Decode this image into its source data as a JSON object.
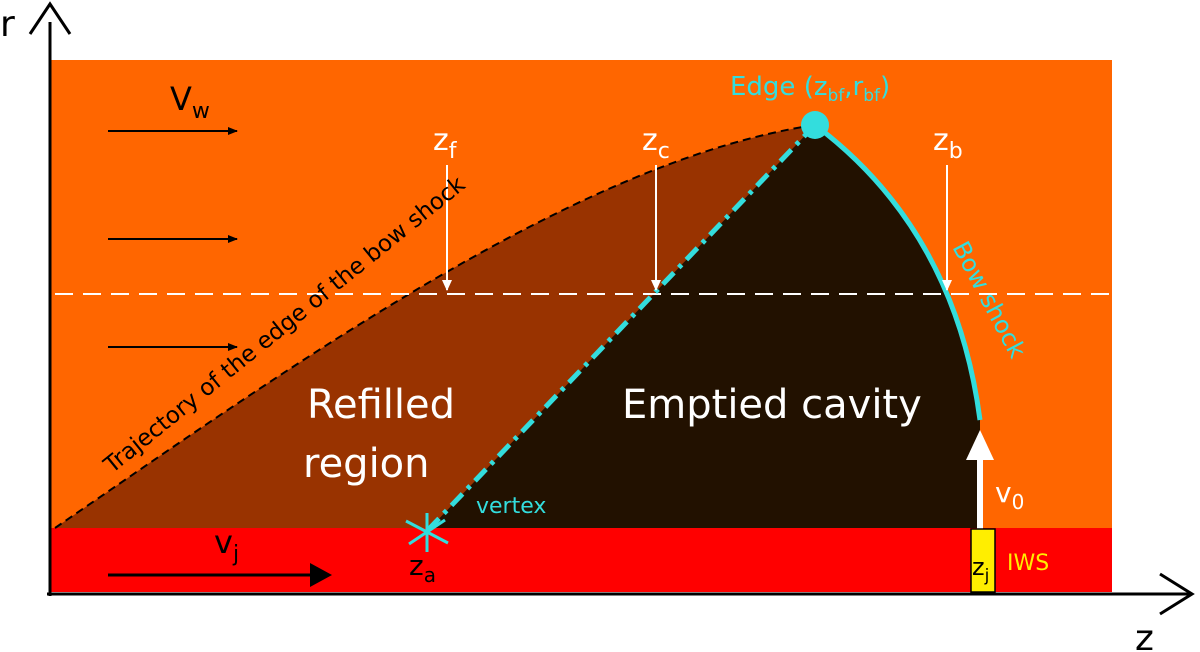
{
  "axes": {
    "r_label": "r",
    "z_label": "z"
  },
  "labels": {
    "vw": "V",
    "vw_sub": "w",
    "vj": "v",
    "vj_sub": "j",
    "zf": "z",
    "zf_sub": "f",
    "zc": "z",
    "zc_sub": "c",
    "zb": "z",
    "zb_sub": "b",
    "za": "z",
    "za_sub": "a",
    "zj": "z",
    "zj_sub": "j",
    "v0": "v",
    "v0_sub": "0",
    "edge_prefix": "Edge (z",
    "edge_sub1": "bf",
    "edge_mid": ",r",
    "edge_sub2": "bf",
    "edge_suffix": ")",
    "bow_shock": "Bow shock",
    "trajectory": "Trajectory of the edge of the bow shock",
    "refilled_line1": "Refilled",
    "refilled_line2": "region",
    "emptied": "Emptied cavity",
    "vertex": "vertex",
    "iws": "IWS"
  },
  "colors": {
    "wind": "#ff6600",
    "jet": "#ff0000",
    "refilled": "#993300",
    "cavity": "#221100",
    "cyan": "#33dddd",
    "iws_box": "#ffee00",
    "iws_text": "#ffee00",
    "white": "#ffffff",
    "black": "#000000"
  }
}
